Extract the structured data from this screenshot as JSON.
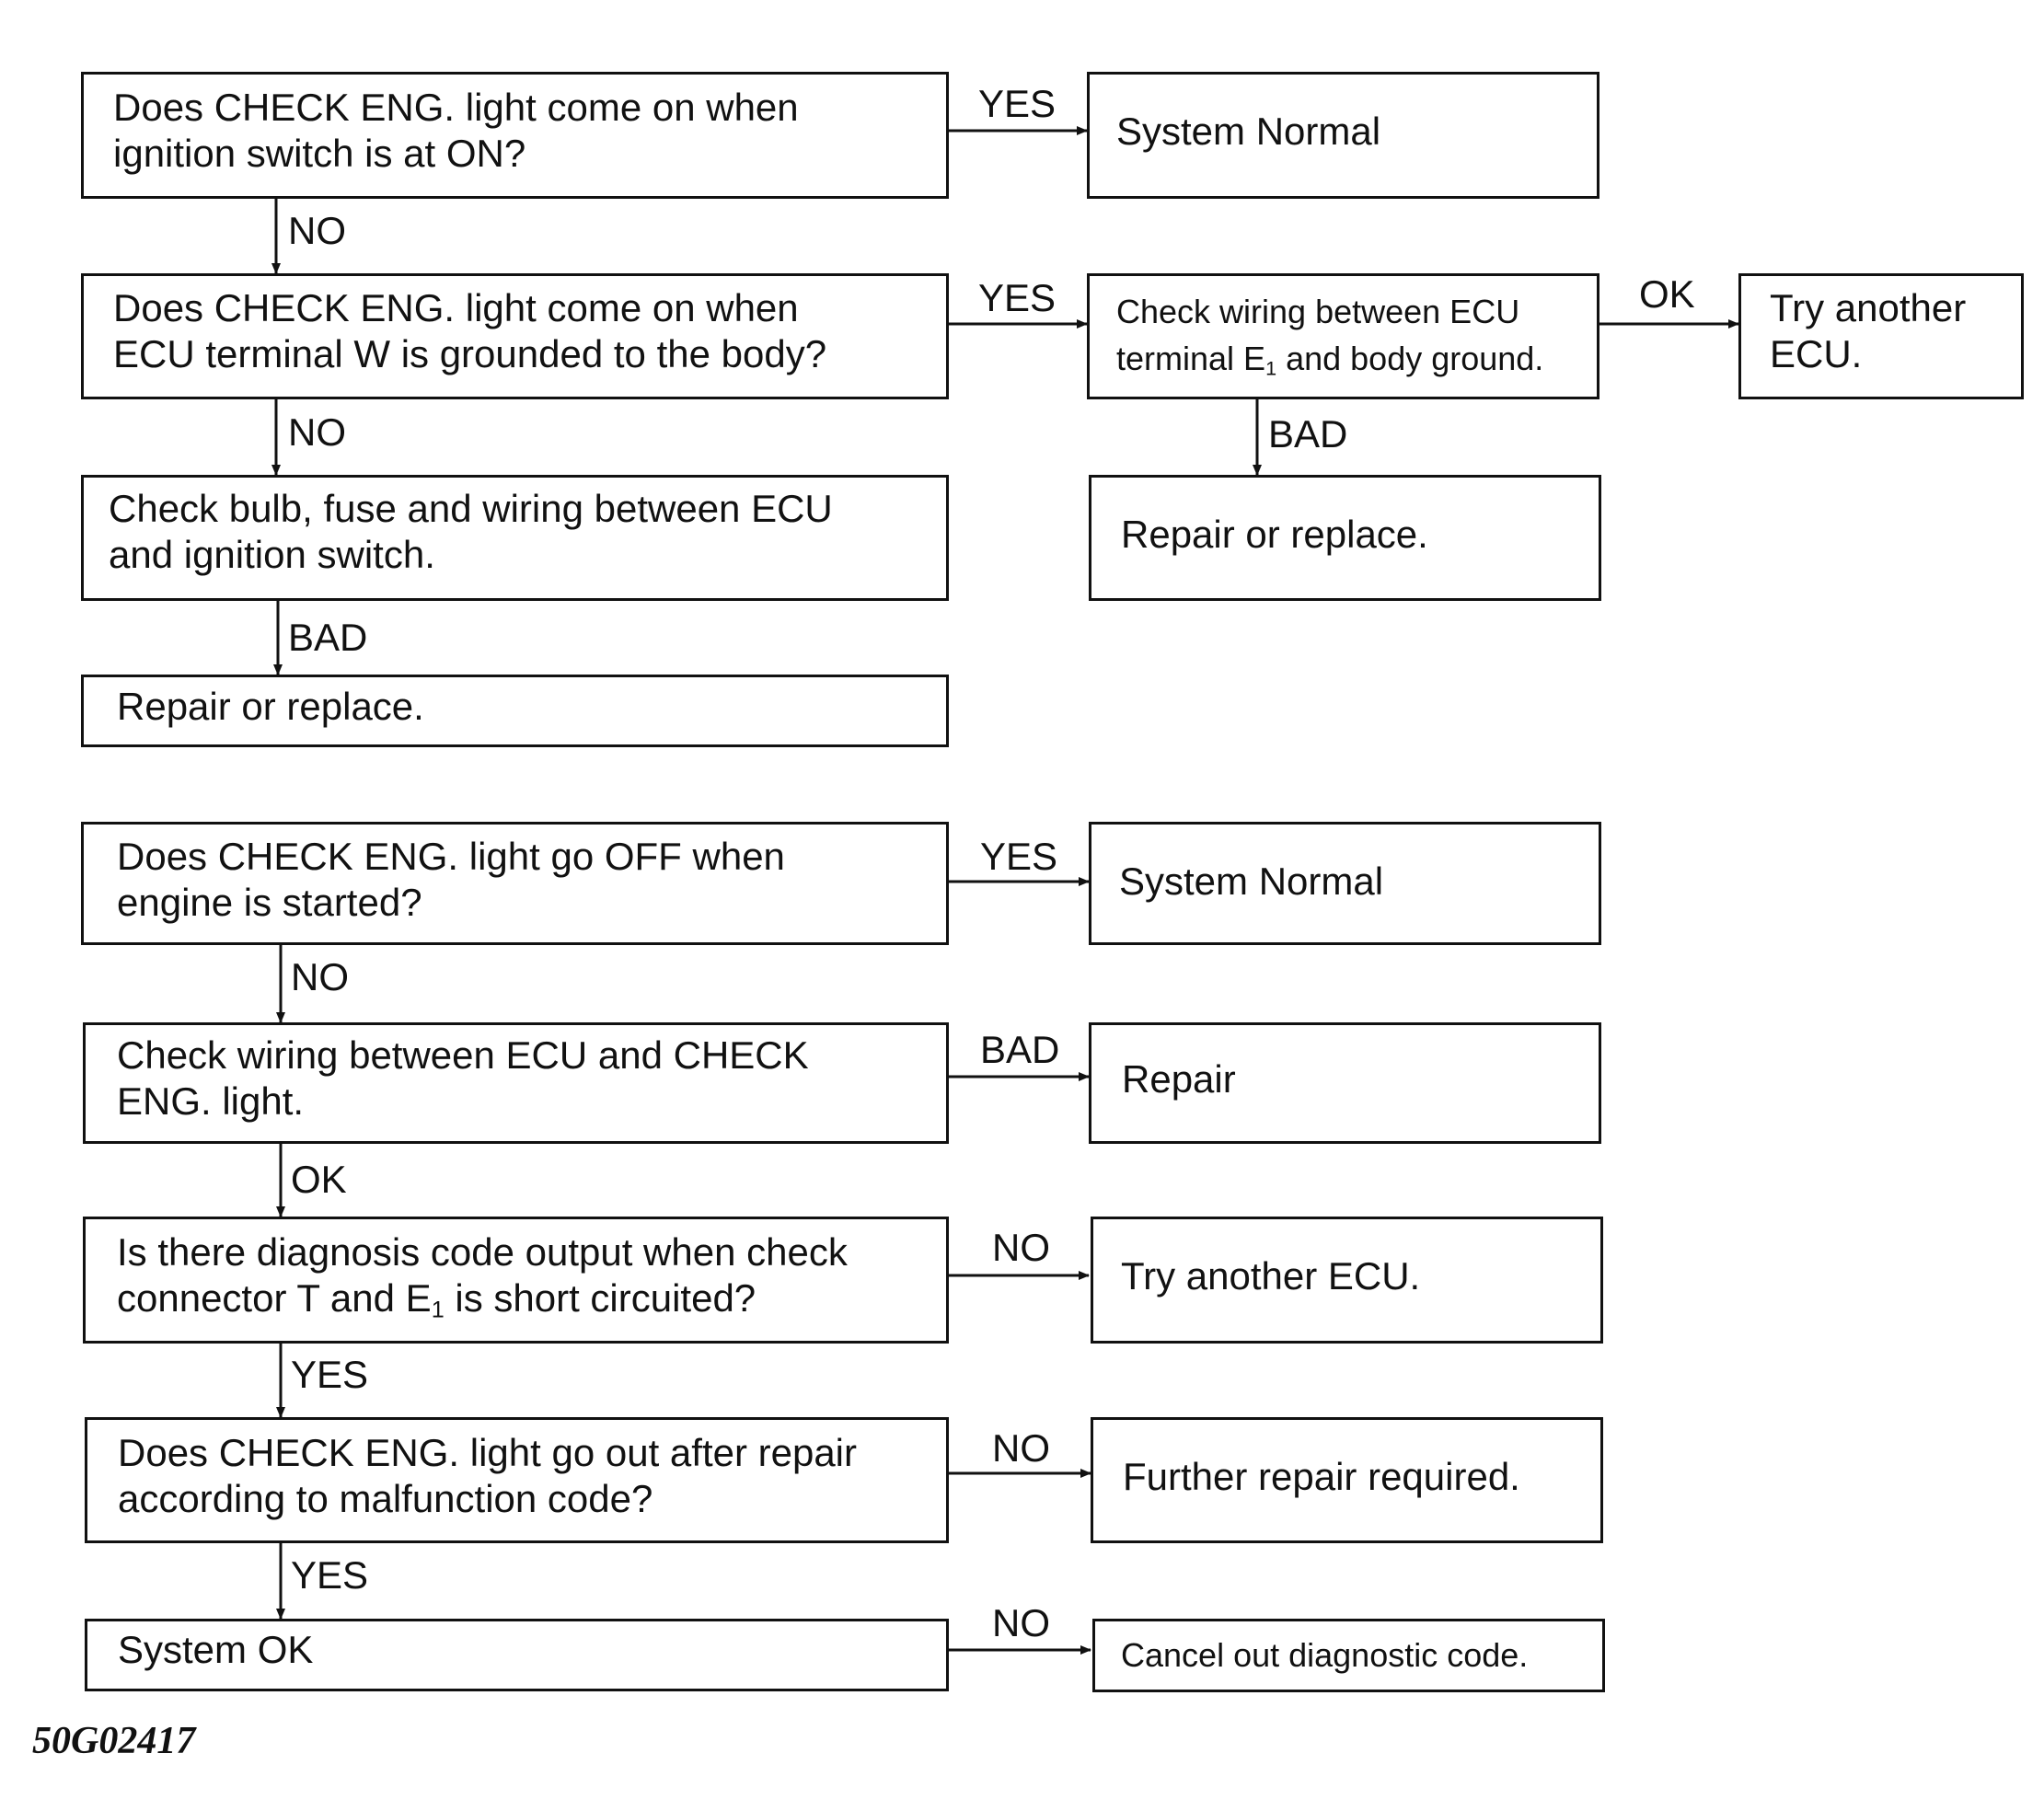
{
  "boxes": {
    "q1": {
      "line1": "Does CHECK ENG. light come on when",
      "line2": "ignition switch is at ON?"
    },
    "sys_normal_1": {
      "text": "System Normal"
    },
    "q2": {
      "line1": "Does CHECK ENG. light come on when",
      "line2": "ECU terminal W is grounded to the body?"
    },
    "check_e1": {
      "line1": "Check wiring between ECU",
      "line2_pre": "terminal E",
      "line2_sub": "1",
      "line2_post": " and body ground."
    },
    "try_ecu_1": {
      "line1": "Try another",
      "line2": "ECU."
    },
    "check_bulb": {
      "line1": "Check bulb, fuse and wiring between ECU",
      "line2": "and ignition switch."
    },
    "repair_replace_right": {
      "text": "Repair or replace."
    },
    "repair_replace_left": {
      "text": "Repair or replace."
    },
    "q3": {
      "line1": "Does CHECK ENG. light go OFF when",
      "line2": "engine is started?"
    },
    "sys_normal_2": {
      "text": "System Normal"
    },
    "check_wiring_light": {
      "line1": "Check wiring between ECU and CHECK",
      "line2": "ENG. light."
    },
    "repair": {
      "text": "Repair"
    },
    "q4": {
      "line1": "Is there diagnosis code output when check",
      "line2_pre": "connector T and E",
      "line2_sub": "1",
      "line2_post": "  is short circuited?"
    },
    "try_ecu_2": {
      "text": "Try another ECU."
    },
    "q5": {
      "line1": "Does CHECK ENG. light go out after repair",
      "line2": "according to malfunction code?"
    },
    "further_repair": {
      "text": "Further repair required."
    },
    "system_ok": {
      "text": "System OK"
    },
    "cancel_code": {
      "text": "Cancel out diagnostic code."
    }
  },
  "labels": {
    "q1_yes": "YES",
    "q1_no": "NO",
    "q2_yes": "YES",
    "q2_no": "NO",
    "e1_ok": "OK",
    "e1_bad": "BAD",
    "bulb_bad": "BAD",
    "q3_yes": "YES",
    "q3_no": "NO",
    "wiring_bad": "BAD",
    "wiring_ok": "OK",
    "q4_no": "NO",
    "q4_yes": "YES",
    "q5_no": "NO",
    "q5_yes": "YES",
    "sysok_no": "NO"
  },
  "figure_id": "50G02417"
}
